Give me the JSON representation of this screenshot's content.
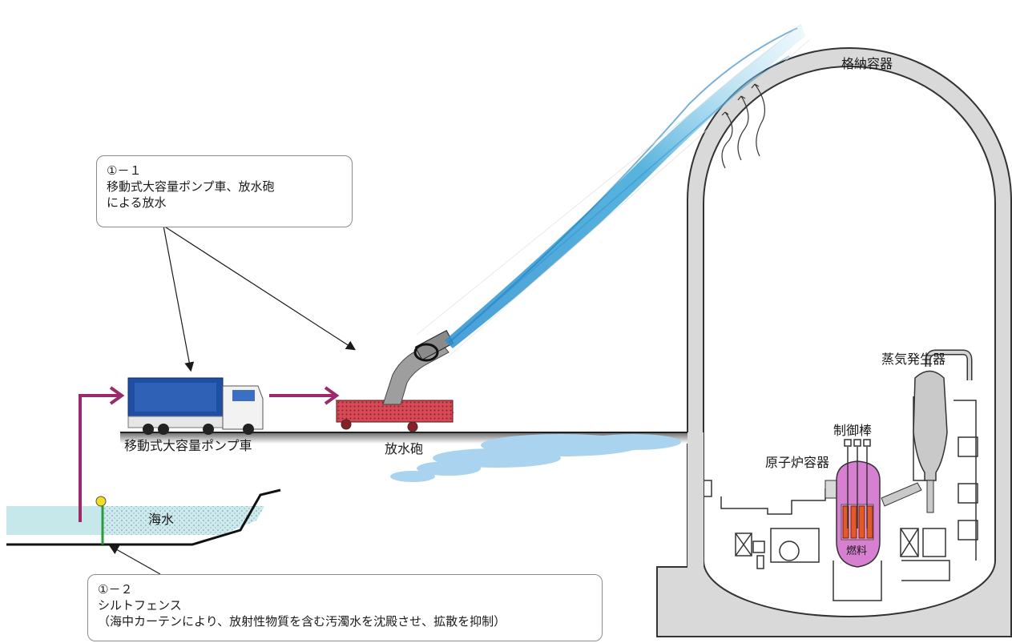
{
  "labels": {
    "containment": "格納容器",
    "steam_generator": "蒸気発生器",
    "control_rods": "制御棒",
    "reactor_vessel": "原子炉容器",
    "fuel": "燃料",
    "pump_truck": "移動式大容量ポンプ車",
    "water_cannon": "放水砲",
    "seawater": "海水"
  },
  "callout_1": {
    "number": "①－１",
    "line1": "移動式大容量ポンプ車、放水砲",
    "line2": "による放水"
  },
  "callout_2": {
    "number": "①－２",
    "line1": "シルトフェンス",
    "line2": "（海中カーテンにより、放射性物質を含む汚濁水を沈殿させ、拡散を抑制）"
  },
  "colors": {
    "arrow": "#9c2a6a",
    "water_spray": "#3aa6d8",
    "sea": "#c6e8ea",
    "puddle": "#a9d3ee",
    "truck_box": "#1f4fa3",
    "cannon_base": "#c83a48",
    "vessel": "#d77fd0",
    "fuel": "#e25a2a",
    "containment_wall": "#d9d9d9",
    "fence": "#2a9a3a",
    "buoy": "#f2e020"
  }
}
